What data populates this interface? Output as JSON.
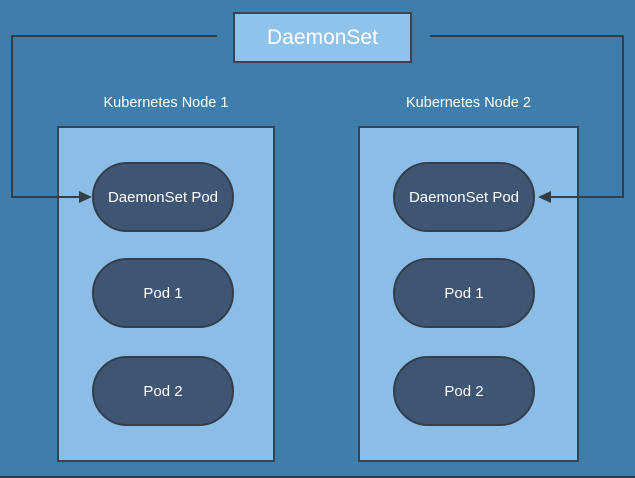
{
  "diagram": {
    "title": {
      "label": "DaemonSet"
    },
    "nodes": [
      {
        "label": "Kubernetes Node 1",
        "pods": [
          "DaemonSet Pod",
          "Pod 1",
          "Pod 2"
        ]
      },
      {
        "label": "Kubernetes Node 2",
        "pods": [
          "DaemonSet Pod",
          "Pod 1",
          "Pod 2"
        ]
      }
    ],
    "connectors": [
      {
        "name": "daemonset-to-node1-arrow",
        "from": "DaemonSet",
        "to": "Kubernetes Node 1 / DaemonSet Pod",
        "direction": "right"
      },
      {
        "name": "daemonset-to-node2-arrow",
        "from": "DaemonSet",
        "to": "Kubernetes Node 2 / DaemonSet Pod",
        "direction": "left"
      }
    ],
    "colors": {
      "background": "#3f7dab",
      "node_fill": "#8bbde6",
      "title_fill": "#90c3ec",
      "pod_fill": "#3e5674",
      "pod_border": "#333e4c",
      "border": "#3a4350",
      "connector": "#333e49",
      "text": "#ffffff"
    }
  }
}
